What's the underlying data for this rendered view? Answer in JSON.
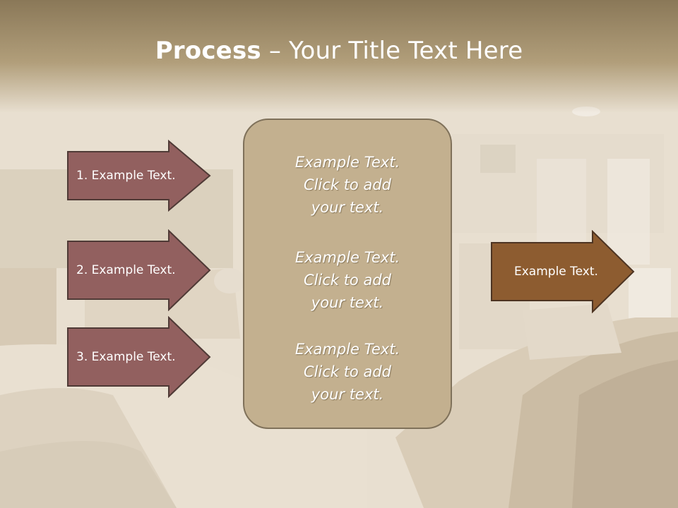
{
  "title": {
    "bold": "Process",
    "rest": " – Your Title Text Here"
  },
  "left_arrows": [
    {
      "label": "1. Example Text."
    },
    {
      "label": "2. Example Text."
    },
    {
      "label": "3. Example Text."
    }
  ],
  "center_box": {
    "blocks": [
      {
        "lines": [
          "Example Text.",
          "Click  to add",
          "your text."
        ]
      },
      {
        "lines": [
          "Example Text.",
          "Click  to add",
          "your text."
        ]
      },
      {
        "lines": [
          "Example Text.",
          "Click  to add",
          "your text."
        ]
      }
    ]
  },
  "right_arrow": {
    "label": "Example Text."
  },
  "colors": {
    "left_arrow_fill": "#92605f",
    "left_arrow_border": "#4f3a36",
    "right_arrow_fill": "#8d5c30",
    "right_arrow_border": "#4d3422",
    "center_box_fill": "#c3b08f",
    "title_band": "#9a8866"
  },
  "background_image": "living-room-sofa-photo"
}
